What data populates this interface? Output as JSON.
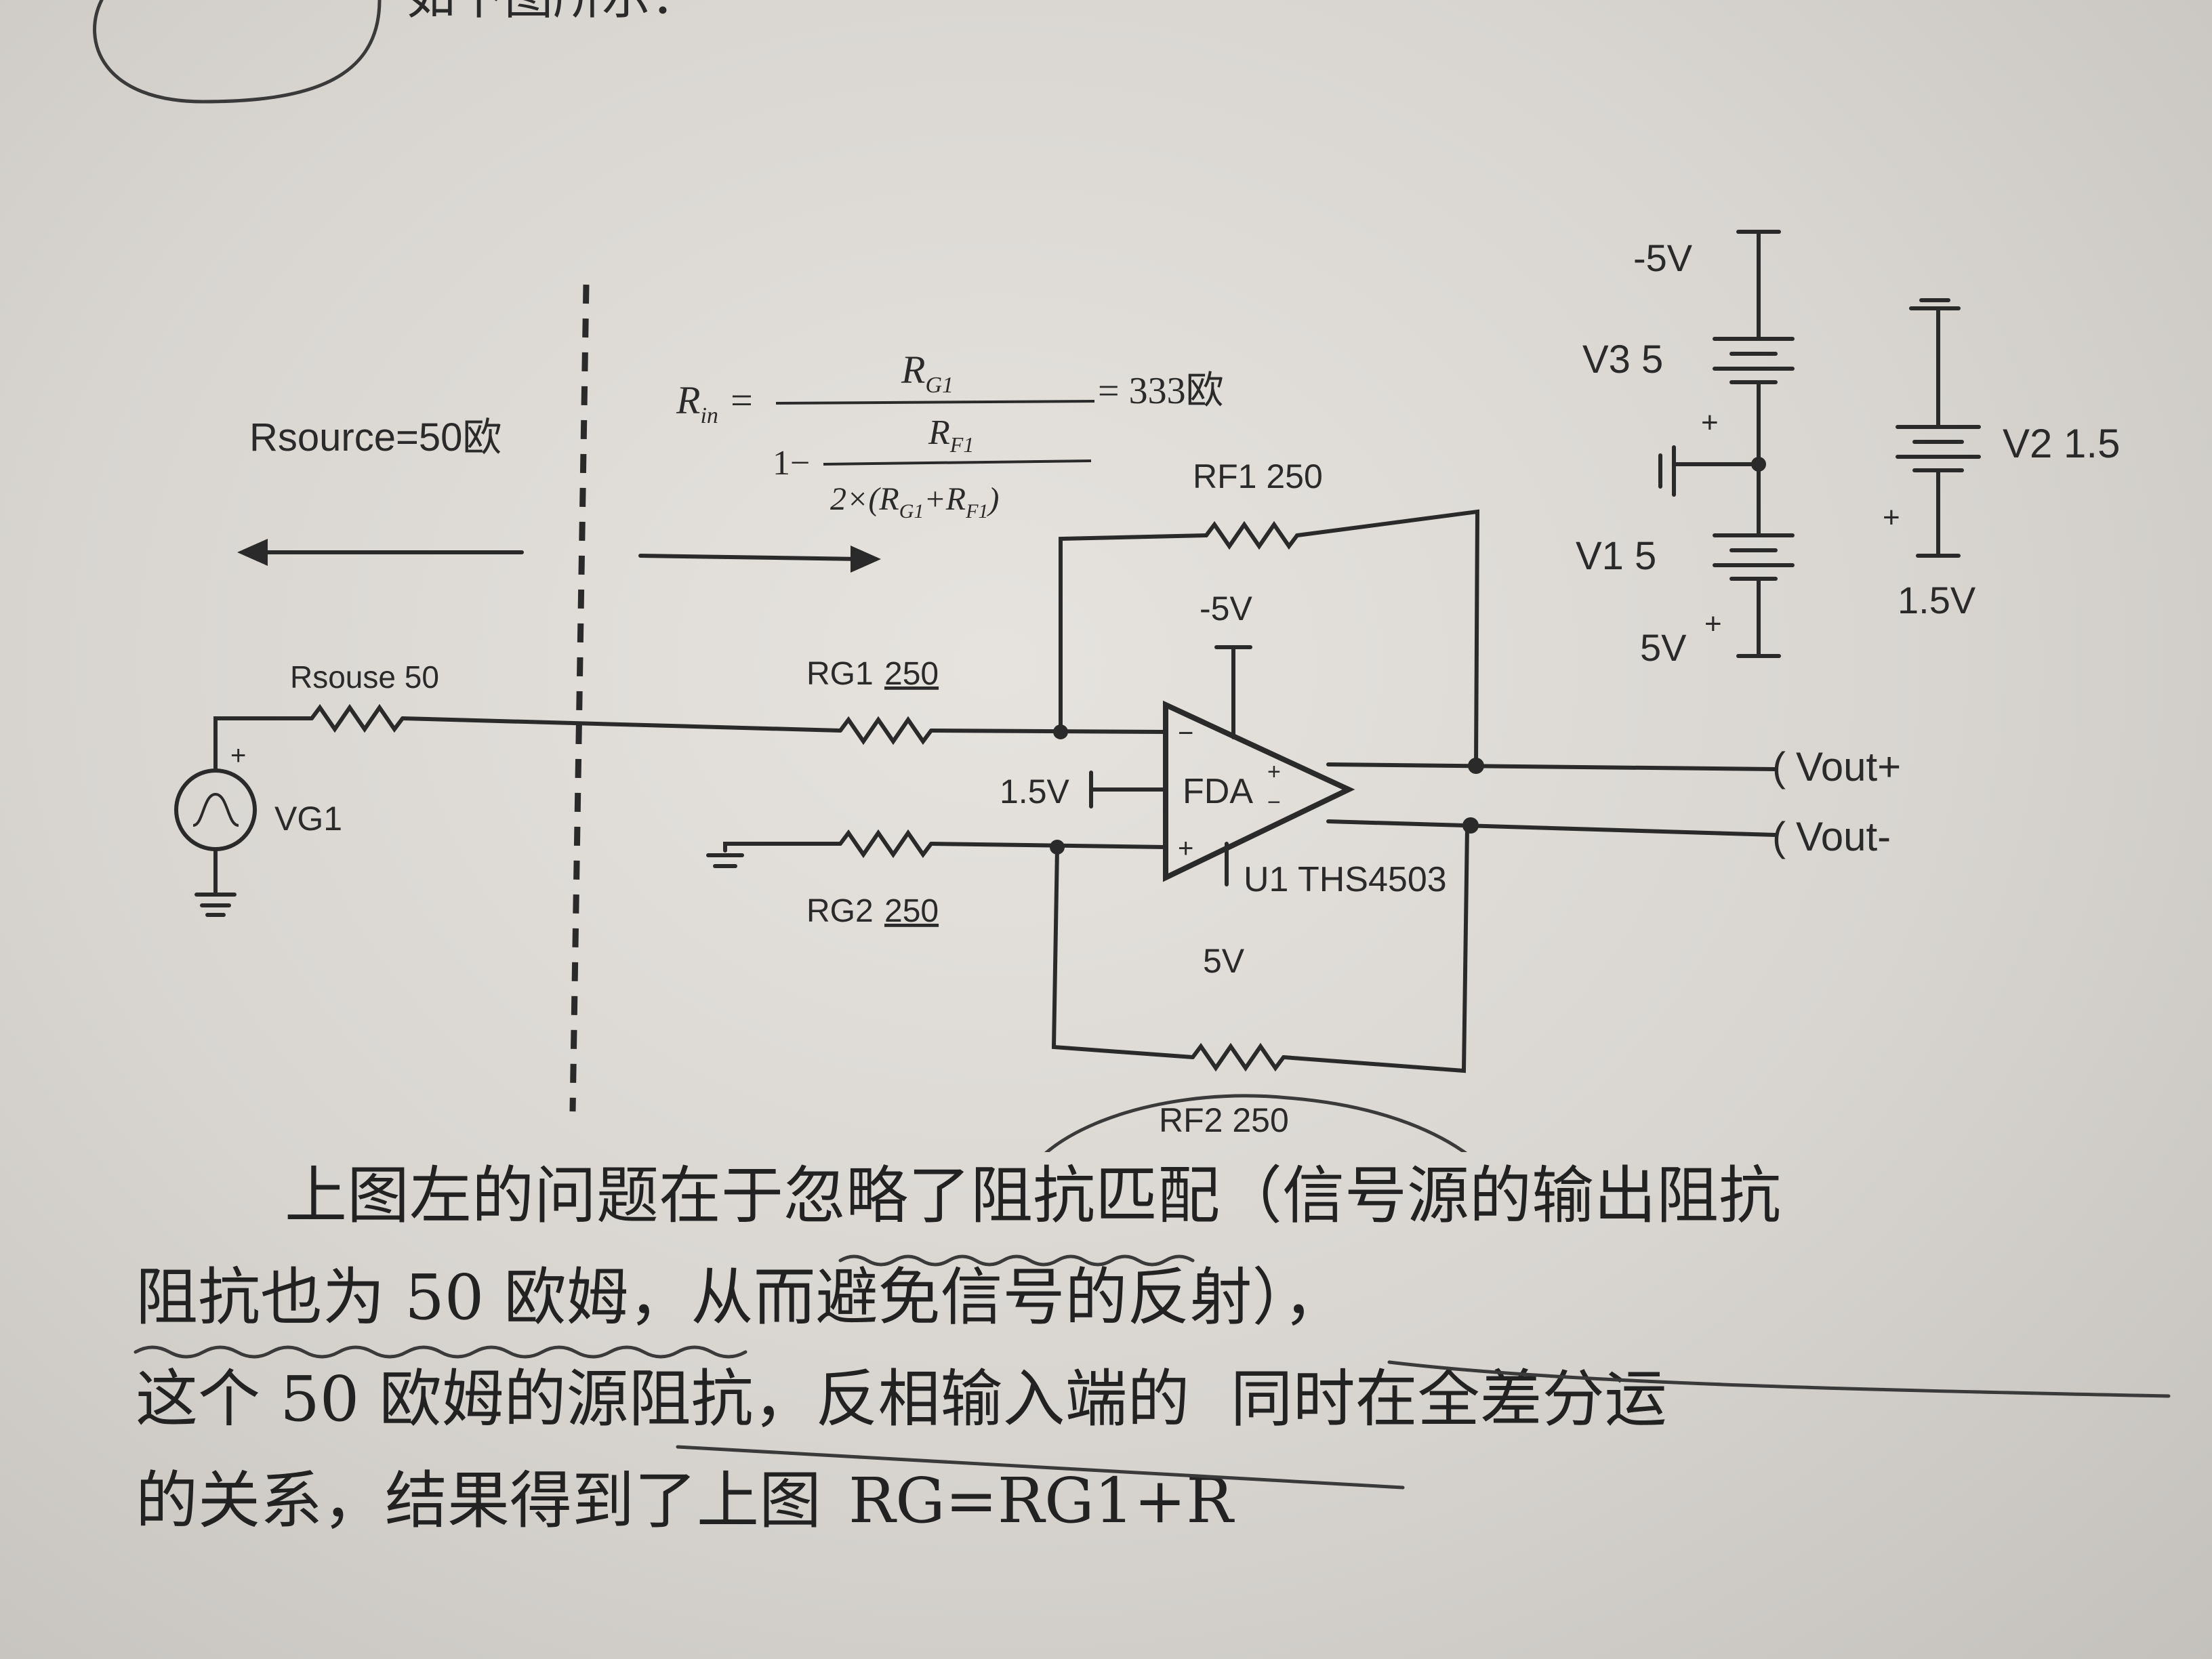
{
  "top_fragment": "如下图所示：",
  "left_region": {
    "label": "Rsource=50欧"
  },
  "equation": {
    "lhs": "R",
    "lhs_sub": "in",
    "numerator": "R",
    "numerator_sub": "G1",
    "denom_lead": "1−",
    "inner_num": "R",
    "inner_num_sub": "F1",
    "inner_den": "2×(R",
    "inner_den_sub1": "G1",
    "inner_den_mid": "+R",
    "inner_den_sub2": "F1",
    "inner_den_tail": ")",
    "result": "= 333欧"
  },
  "components": {
    "rf1": "RF1 250",
    "rf2": "RF2 250",
    "rg1_name": "RG1",
    "rg1_value": "250",
    "rg2_name": "RG2",
    "rg2_value": "250",
    "rsource": "Rsouse 50",
    "vg1": "VG1",
    "amp": "FDA",
    "amp_part": "U1 THS4503",
    "amp_vneg": "-5V",
    "amp_vpos": "5V",
    "vocm": "1.5V",
    "out_pos": "Vout+",
    "out_neg": "Vout-"
  },
  "supplies": {
    "v3": "V3 5",
    "v1": "V1 5",
    "v2": "V2 1.5",
    "top": "-5V",
    "bottom": "5V",
    "v2_bottom": "1.5V",
    "plus": "+"
  },
  "paragraph": [
    "上图左的问题在于忽略了阻抗匹配（信号源的输出阻抗",
    "阻抗也为 50 欧姆，从而避免信号的反射），",
    "这个 50 欧姆的源阻抗，反相输入端的",
    "的关系，结果得到了上图"
  ],
  "paragraph_tail": [
    "",
    "",
    "同时在全差分运",
    "RG=RG1+R"
  ]
}
